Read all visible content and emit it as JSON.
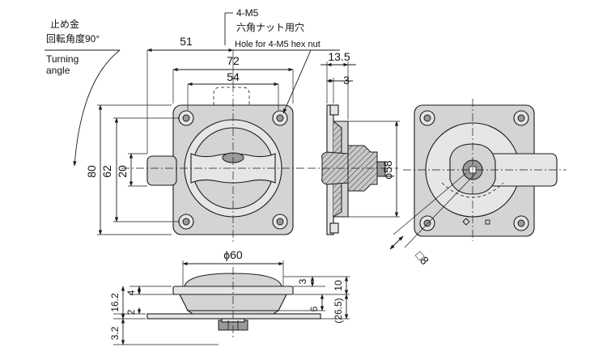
{
  "callouts": {
    "stop_jp_1": "止め金",
    "stop_jp_2": "回転角度90°",
    "turning_en_1": "Turning",
    "turning_en_2": "angle",
    "hole_label": "4-M5",
    "hole_jp": "六角ナット用穴",
    "hole_en": "Hole for 4-M5 hex nut"
  },
  "dimensions": {
    "front": {
      "d51": "51",
      "d72": "72",
      "d54": "54",
      "d80": "80",
      "d62": "62",
      "d20": "20"
    },
    "side": {
      "d13_5": "13.5",
      "d3": "3",
      "dphi58": "ϕ58"
    },
    "rear": {
      "d8": "□8"
    },
    "bottom": {
      "dphi60": "ϕ60",
      "d3": "3",
      "d10": "10",
      "d4": "4",
      "d2": "2",
      "d16_2": "16.2",
      "d6": "6",
      "d26_5": "(26.5)",
      "d3_2": "3.2"
    }
  },
  "colors": {
    "part_fill": "#d4d4d4",
    "part_light": "#e6e6e6",
    "part_dark": "#9a9a9a",
    "line": "#1a1a1a"
  }
}
